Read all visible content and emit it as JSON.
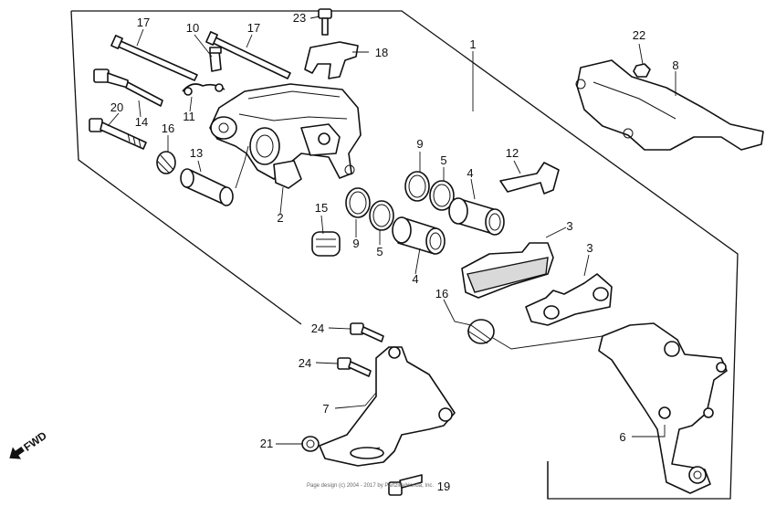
{
  "direction_label": "FWD",
  "footer_text": "Page design (c) 2004 - 2017 by Partzilla/Honda, Inc.",
  "callouts": {
    "c1": "1",
    "c2": "2",
    "c3a": "3",
    "c3b": "3",
    "c4a": "4",
    "c4b": "4",
    "c5a": "5",
    "c5b": "5",
    "c6": "6",
    "c7": "7",
    "c8": "8",
    "c9a": "9",
    "c9b": "9",
    "c10": "10",
    "c11": "11",
    "c12": "12",
    "c13": "13",
    "c14": "14",
    "c15": "15",
    "c16a": "16",
    "c16b": "16",
    "c17a": "17",
    "c17b": "17",
    "c18": "18",
    "c19": "19",
    "c20": "20",
    "c21": "21",
    "c22": "22",
    "c23": "23",
    "c24a": "24",
    "c24b": "24"
  }
}
